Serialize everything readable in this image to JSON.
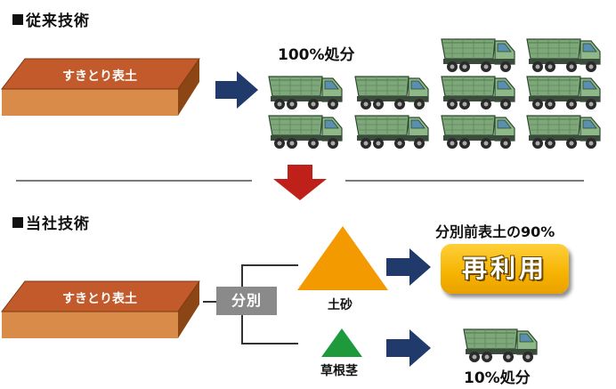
{
  "conventional": {
    "heading": "従来技術",
    "slab_label": "すきとり表土",
    "disposal_label": "100%処分"
  },
  "ours": {
    "heading": "当社技術",
    "slab_label": "すきとり表土",
    "separation_label": "分別",
    "sand_label": "土砂",
    "plant_label": "草根茎",
    "reuse_ratio_label": "分別前表土の90%",
    "reuse_label": "再利用",
    "disposal_label": "10%処分"
  },
  "colors": {
    "slab_top": "#c25a2c",
    "slab_front": "#d98b4a",
    "slab_side": "#8c4514",
    "arrow_blue": "#1f3a6b",
    "arrow_red": "#c0201a",
    "sand_orange": "#f39a00",
    "plant_green": "#1e9a3c",
    "reuse_yellow": "#f6b300",
    "truck_green": "#7fa87a"
  },
  "icons": [
    "dump-truck-icon",
    "soil-slab-icon",
    "arrow-right-icon",
    "arrow-down-icon",
    "triangle-icon"
  ]
}
